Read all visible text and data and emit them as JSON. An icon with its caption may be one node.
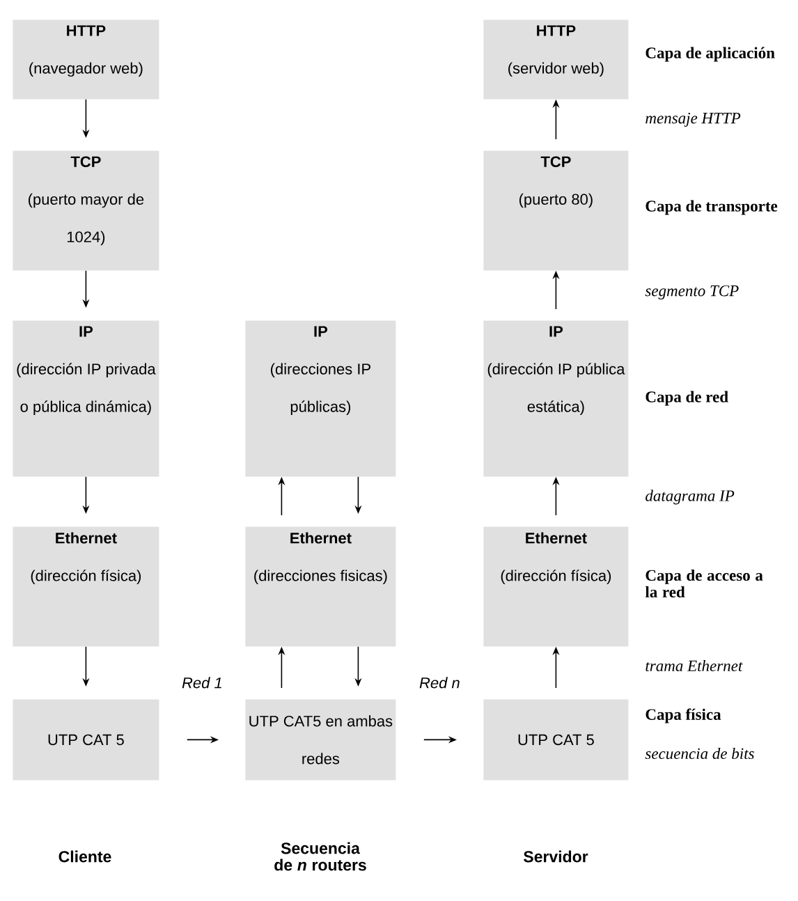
{
  "diagram": {
    "nodes": [
      {
        "text": [
          "HTTP",
          "(navegador web)"
        ]
      },
      {
        "text": [
          "TCP",
          "(puerto mayor de 1024)"
        ]
      },
      {
        "text": [
          "IP",
          "(dirección IP privada o pública dinámica)"
        ]
      },
      {
        "text": [
          "Ethernet",
          "(dirección física)"
        ]
      },
      {
        "text": [
          "UTP CAT 5"
        ]
      },
      {
        "text": [
          "IP",
          "(direcciones IP públicas)"
        ]
      },
      {
        "text": [
          "Ethernet",
          "(direcciones fisicas)"
        ]
      },
      {
        "text": [
          "UTP CAT5 en ambas redes"
        ]
      },
      {
        "text": [
          "HTTP",
          "(servidor web)"
        ]
      },
      {
        "text": [
          "TCP",
          "(puerto 80)"
        ]
      },
      {
        "text": [
          "IP",
          "(dirección IP pública estática)"
        ]
      },
      {
        "text": [
          "Ethernet",
          "(dirección física)"
        ]
      },
      {
        "text": [
          "UTP CAT 5"
        ]
      }
    ],
    "edges": [
      {
        "from": 0,
        "to": 1,
        "arrow": "to"
      },
      {
        "from": 1,
        "to": 2,
        "arrow": "to"
      },
      {
        "from": 2,
        "to": 3,
        "arrow": "to"
      },
      {
        "from": 3,
        "to": 4,
        "arrow": "to"
      },
      {
        "from": 4,
        "to": 7,
        "arrow": "to",
        "label": "Red 1"
      },
      {
        "from": 7,
        "to": 6,
        "arrow": "to"
      },
      {
        "from": 6,
        "to": 5,
        "arrow": "to"
      },
      {
        "from": 5,
        "to": 6,
        "arrow": "to"
      },
      {
        "from": 6,
        "to": 7,
        "arrow": "to"
      },
      {
        "from": 7,
        "to": 12,
        "arrow": "to",
        "label": "Red n"
      },
      {
        "from": 12,
        "to": 11,
        "arrow": "to"
      },
      {
        "from": 11,
        "to": 10,
        "arrow": "to"
      },
      {
        "from": 10,
        "to": 9,
        "arrow": "to"
      },
      {
        "from": 9,
        "to": 8,
        "arrow": "to"
      }
    ],
    "labels": [
      "Capa de aplicación",
      "mensaje HTTP",
      "Capa de transporte",
      "segmento TCP",
      "Capa de red",
      "datagrama IP",
      "Capa de acceso a la red",
      "trama Ethernet",
      "Capa física",
      "secuencia de bits",
      "Cliente",
      "Secuencia de *n* routers",
      "Servidor"
    ]
  }
}
